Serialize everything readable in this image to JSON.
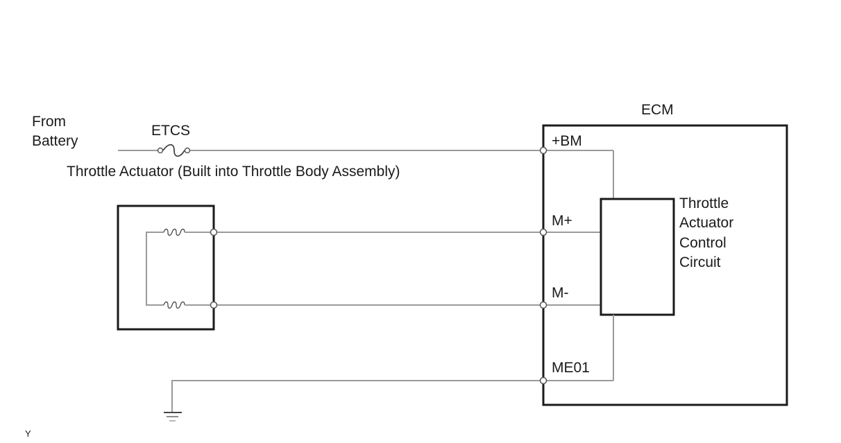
{
  "source": {
    "line1": "From",
    "line2": "Battery"
  },
  "fuse": {
    "label": "ETCS"
  },
  "actuator": {
    "label": "Throttle Actuator (Built into Throttle Body Assembly)"
  },
  "ecm": {
    "title": "ECM",
    "terminals": {
      "bm": "+BM",
      "mplus": "M+",
      "mminus": "M-",
      "me01": "ME01"
    },
    "circuit": {
      "line1": "Throttle",
      "line2": "Actuator",
      "line3": "Control",
      "line4": "Circuit"
    }
  },
  "corner_mark": "Y"
}
